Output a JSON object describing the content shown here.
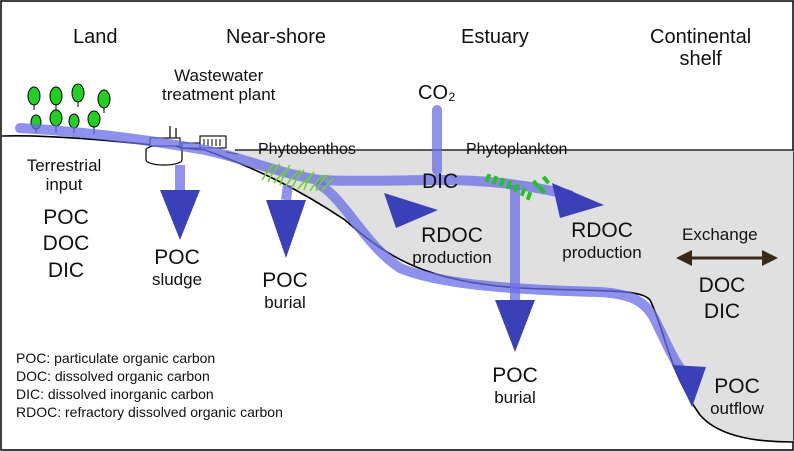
{
  "zones": {
    "land": "Land",
    "nearshore": "Near-shore",
    "estuary": "Estuary",
    "shelf_line1": "Continental",
    "shelf_line2": "shelf"
  },
  "labels": {
    "wwtp_line1": "Wastewater",
    "wwtp_line2": "treatment plant",
    "co2": "CO₂",
    "phytobenthos": "Phytobenthos",
    "phytoplankton": "Phytoplankton",
    "terrestrial_line1": "Terrestrial",
    "terrestrial_line2": "input",
    "input_poc": "POC",
    "input_doc": "DOC",
    "input_dic": "DIC",
    "sludge_poc": "POC",
    "sludge": "sludge",
    "burial1_poc": "POC",
    "burial1": "burial",
    "rdoc1_a": "RDOC",
    "rdoc1_b": "production",
    "dic": "DIC",
    "rdoc2_a": "RDOC",
    "rdoc2_b": "production",
    "burial2_poc": "POC",
    "burial2": "burial",
    "exchange": "Exchange",
    "exchange_doc": "DOC",
    "exchange_dic": "DIC",
    "outflow_poc": "POC",
    "outflow": "outflow"
  },
  "legend": [
    "POC: particulate organic carbon",
    "DOC: dissolved organic carbon",
    "DIC: dissolved inorganic carbon",
    "RDOC: refractory dissolved organic carbon"
  ],
  "colors": {
    "flow": "#6a6ee6",
    "arrow_head": "#3a40b8",
    "sea": "#e0e0e0",
    "tree": "#22d022",
    "plant_green": "#6cd22c",
    "phyto_green": "#22c322"
  }
}
